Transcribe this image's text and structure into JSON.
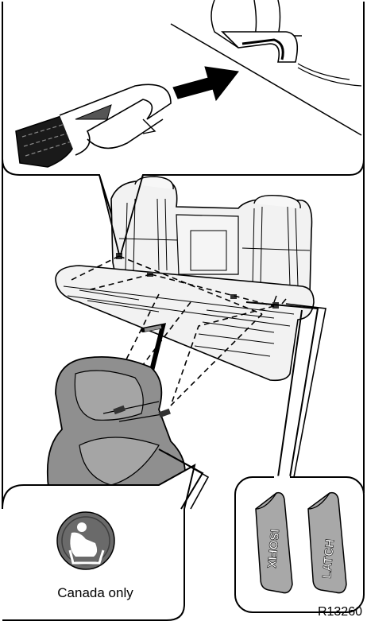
{
  "tags": {
    "left": "ISOFIX",
    "right": "LATCH"
  },
  "caption": "Canada only",
  "reference_code": "R13260",
  "icon": "child-seat-anchor-icon",
  "colors": {
    "line": "#000000",
    "seat_fill": "#f2f2f2",
    "child_seat_fill": "#8f8f8f",
    "icon_fill": "#6a6a6a",
    "tag_fill": "#a8a8a8"
  }
}
